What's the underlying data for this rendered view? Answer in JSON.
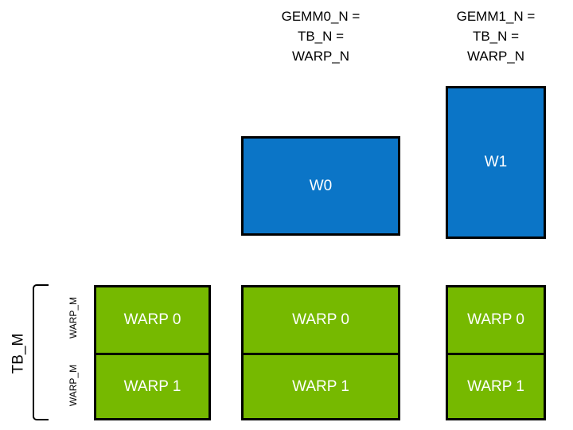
{
  "diagram": {
    "title_hidden": "",
    "colors": {
      "blue": "#0b75c7",
      "green": "#76b900",
      "outline": "#000000",
      "label_text": "#ffffff",
      "background": "#ffffff"
    },
    "column_headers": [
      {
        "id": "gemm0",
        "text": "GEMM0_N =\nTB_N =\nWARP_N"
      },
      {
        "id": "gemm1",
        "text": "GEMM1_N =\nTB_N =\nWARP_N"
      }
    ],
    "warp_tiles": [
      {
        "id": "w0",
        "label": "W0"
      },
      {
        "id": "w1",
        "label": "W1"
      }
    ],
    "left_axis": {
      "tb_label": "TB_M",
      "warp_labels": [
        "WARP_M",
        "WARP_M"
      ]
    },
    "warp_columns": [
      {
        "id": "col0",
        "cells": [
          "WARP 0",
          "WARP 1"
        ]
      },
      {
        "id": "col1",
        "cells": [
          "WARP 0",
          "WARP 1"
        ]
      },
      {
        "id": "col2",
        "cells": [
          "WARP 0",
          "WARP 1"
        ]
      }
    ]
  }
}
